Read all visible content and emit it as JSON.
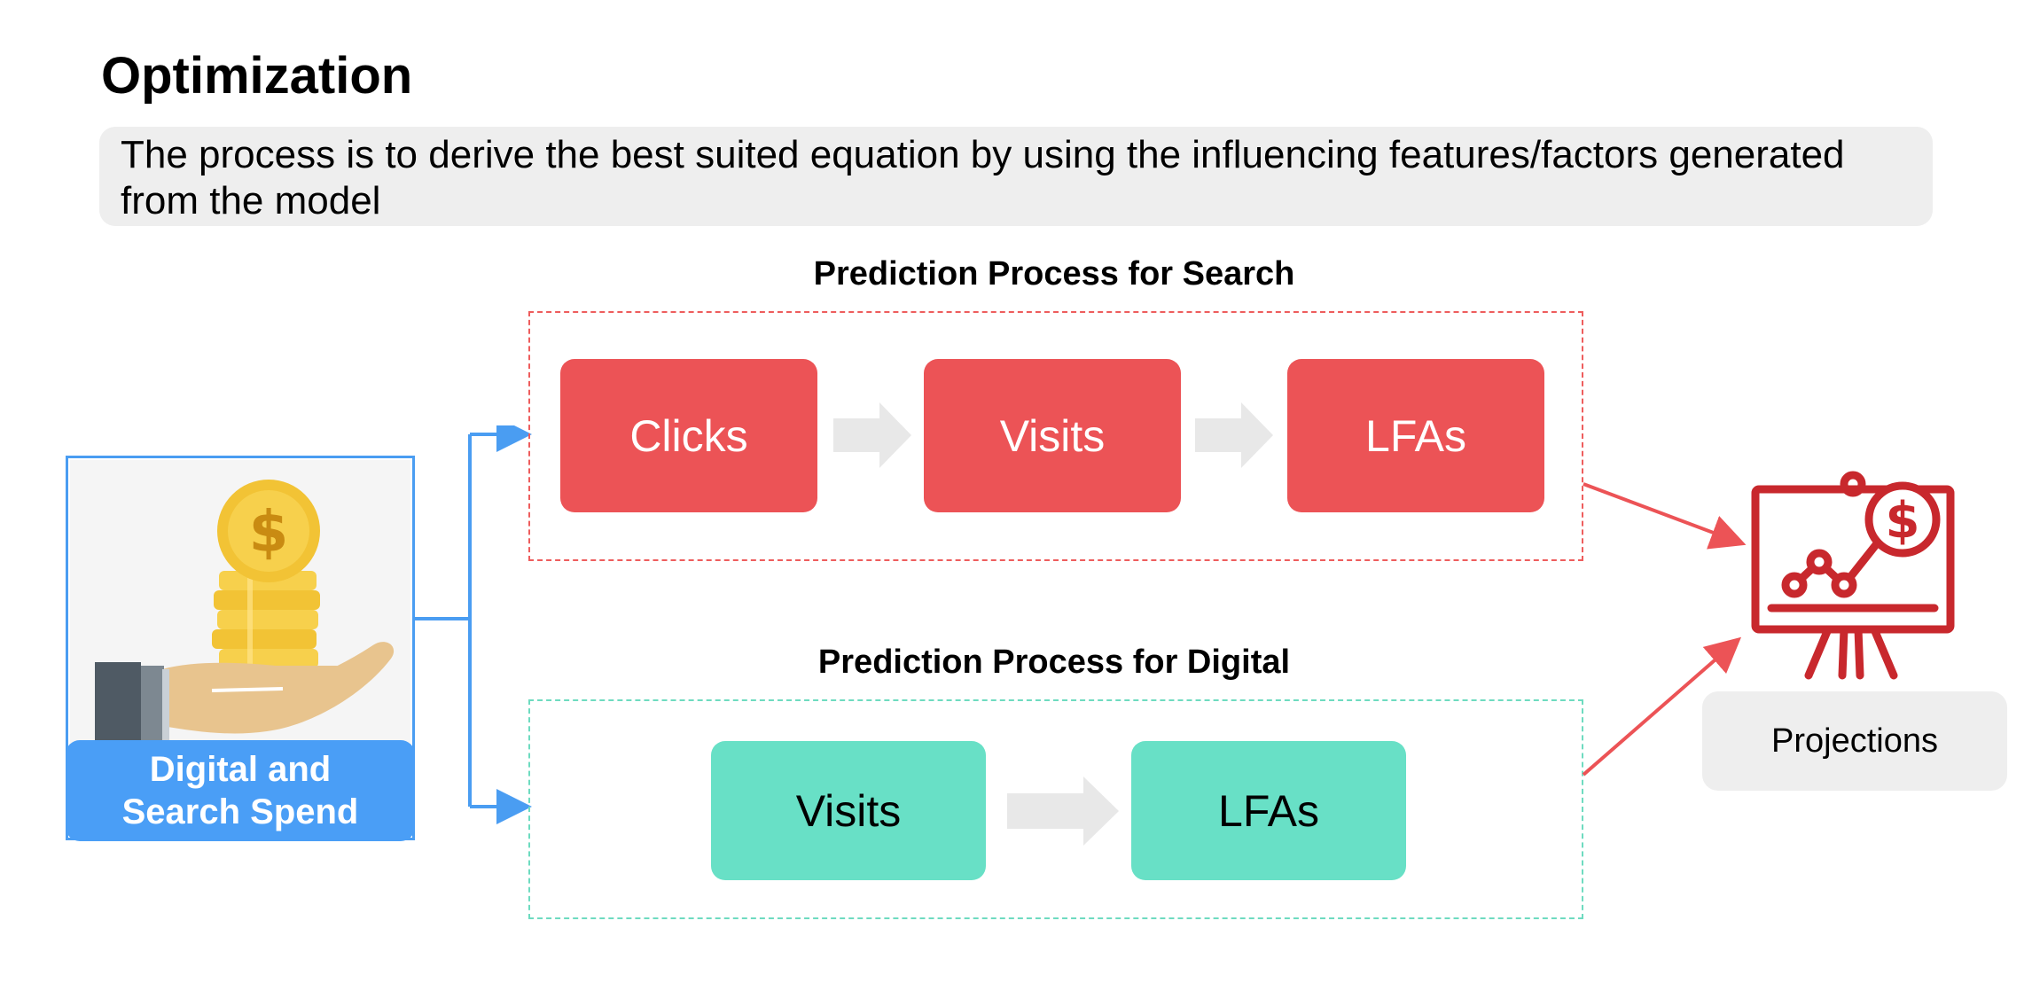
{
  "header": {
    "title": "Optimization",
    "description": "The process is to derive the best suited equation by using the influencing features/factors generated from the model"
  },
  "input": {
    "label": "Digital and\nSearch Spend",
    "icon": "money-in-hand-icon"
  },
  "search_process": {
    "label": "Prediction Process for Search",
    "steps": [
      "Clicks",
      "Visits",
      "LFAs"
    ],
    "color": "#ec5356"
  },
  "digital_process": {
    "label": "Prediction Process for Digital",
    "steps": [
      "Visits",
      "LFAs"
    ],
    "color": "#68e0c6"
  },
  "output": {
    "label": "Projections",
    "icon": "presentation-chart-dollar-icon"
  },
  "colors": {
    "connector_blue": "#4a9df2",
    "arrow_red": "#ec5356",
    "step_arrow_gray": "#e8e8e8"
  }
}
